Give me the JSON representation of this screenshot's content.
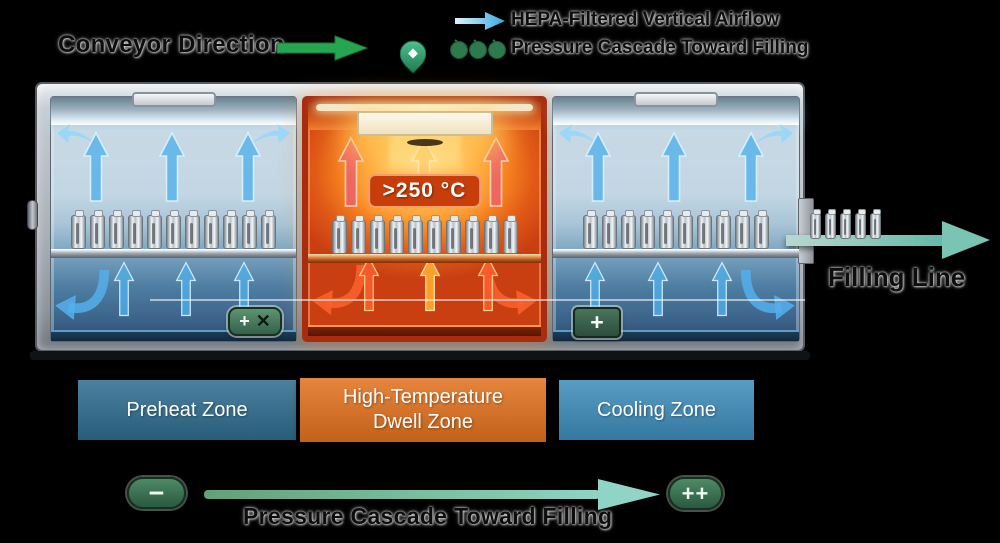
{
  "header": {
    "conveyor_direction": "Conveyor Direction"
  },
  "legend": {
    "hepa_airflow": "HEPA-Filtered Vertical Airflow",
    "pressure_cascade": "Pressure Cascade Toward Filling"
  },
  "tunnel": {
    "dwell_temp": ">250 °C",
    "preheat_badge_plus": "+",
    "preheat_badge_cross": "✕",
    "cooling_badge": "+"
  },
  "zones": {
    "preheat": {
      "label": "Preheat Zone",
      "color": "#2e6d8e"
    },
    "dwell": {
      "label": "High-Temperature Dwell Zone",
      "color": "#e2711d"
    },
    "cooling": {
      "label": "Cooling Zone",
      "color": "#3e8cba"
    }
  },
  "filling": {
    "label": "Filling Line"
  },
  "cascade_bar": {
    "low_badge": "−",
    "high_badge": "++",
    "label": "Pressure Cascade Toward Filling"
  },
  "graphics": {
    "vial_counts": {
      "preheat": 11,
      "dwell": 10,
      "cooling": 10,
      "exit": 5
    }
  },
  "colors": {
    "airflow_blue": "#45a8e0",
    "heat_orange": "#f07822",
    "cascade_teal": "#7fc9b4",
    "pressure_green": "#2e7d52",
    "conveyor_green": "#27a652"
  }
}
